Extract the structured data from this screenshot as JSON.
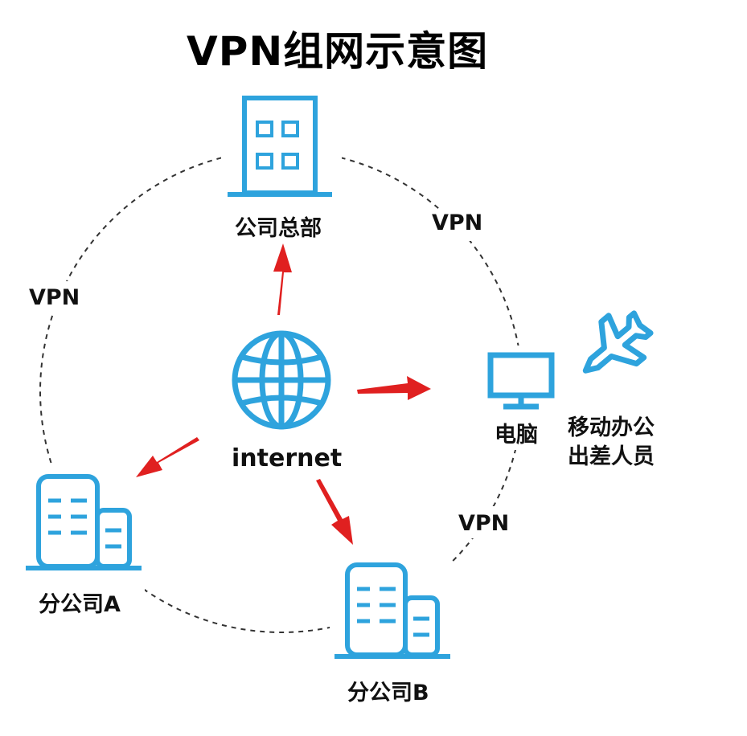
{
  "title": "VPN组网示意图",
  "nodes": {
    "hq": "公司总部",
    "internet": "internet",
    "pc": "电脑",
    "mobile_line1": "移动办公",
    "mobile_line2": "出差人员",
    "branch_a": "分公司A",
    "branch_b": "分公司B"
  },
  "links": {
    "top_right": "VPN",
    "left": "VPN",
    "bottom_right": "VPN"
  },
  "colors": {
    "icon_blue": "#2ea3dd",
    "arrow_red": "#e02020",
    "dashed_circle": "#333333"
  }
}
